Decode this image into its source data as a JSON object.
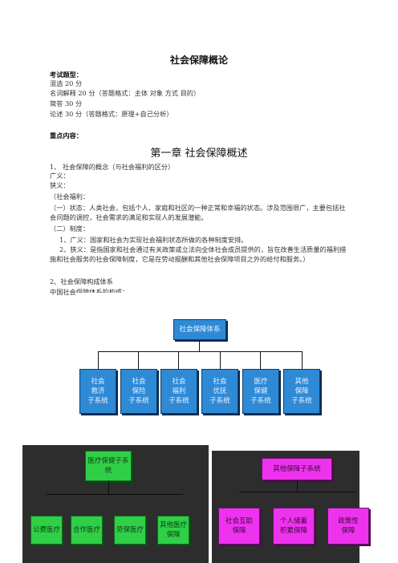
{
  "title": "社会保障概论",
  "exam": {
    "heading": "考试题型：",
    "lines": [
      "混选  20 分",
      "名词解释  20 分（答题格式：主体  对象  方式  目的）",
      "简答  30 分",
      "论述  30 分（答题格式：原理+自己分析）"
    ]
  },
  "key_heading": "重点内容：",
  "chapter": "第一章    社会保障概述",
  "body": {
    "l1": "1、 社会保障的概念（与社会福利的区分）",
    "l2": "广义：",
    "l3": "狭义：",
    "l4": "（社会福利：",
    "p1": "（一）状态：人类社会，包括个人、家庭和社区的一种正常和幸福的状态。涉及范围很广，主要包括社会问题的调控，社会需求的满足和实现人的发展潜能。",
    "l5": "（二）制度：",
    "l6": "1、广义：国家和社会为实现社会福利状态所做的各种制度安排。",
    "p2": "2、狭义：是指国家和社会通过有关政策或立法向全体社会成员提供的，旨在改善生活质量的福利措施和社会服务的社会保障制度，它是在劳动报酬和其他社会保障项目之外的给付和服务。）",
    "l7": "2、社会保障构成体系",
    "l8": "中国社会保障体系的构成："
  },
  "diagram": {
    "root": "社会保障体系",
    "children": [
      "社会\n救济\n子系统",
      "社会\n保险\n子系统",
      "社会\n福利\n子系统",
      "社会\n优抚\n子系统",
      "医疗\n保健\n子系统",
      "其他\n保障\n子系统"
    ],
    "medical": {
      "root": "医疗保健子系统",
      "children": [
        "公费医疗",
        "合作医疗",
        "劳保医疗",
        "其他医疗保障"
      ]
    },
    "other": {
      "root": "其他保障子系统",
      "children": [
        "社会互助\n保障",
        "个人储蓄\n积累保障",
        "政策性\n保障"
      ]
    },
    "colors": {
      "blue": "#2f8ad6",
      "green": "#2fcf47",
      "magenta": "#ee33ee",
      "panel": "#2d2d2d"
    }
  }
}
